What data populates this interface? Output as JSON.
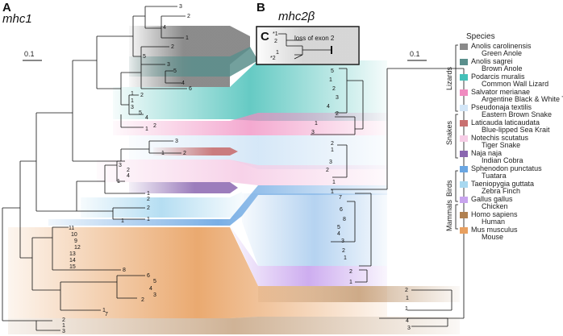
{
  "panels": {
    "a": "A",
    "b": "B",
    "c": "C"
  },
  "titles": {
    "mhc1": "mhc1",
    "mhc2b": "mhc2β"
  },
  "scale": {
    "left": "0.1",
    "right": "0.1"
  },
  "inset": {
    "label": "loss of exon 2",
    "leaves": [
      "*1",
      "2",
      "1",
      "*2"
    ]
  },
  "legend": {
    "title": "Species",
    "groups": [
      "Lizards",
      "Snakes",
      "Birds",
      "Mammals"
    ],
    "entries": [
      {
        "sci": "Anolis carolinensis",
        "common": "Green Anole",
        "color": "#8a8a8a"
      },
      {
        "sci": "Anolis sagrei",
        "common": "Brown Anole",
        "color": "#5a8f8c"
      },
      {
        "sci": "Podarcis muralis",
        "common": "Common Wall Lizard",
        "color": "#44c0b8"
      },
      {
        "sci": "Salvator merianae",
        "common": "Argentine Black & White Tegu",
        "color": "#f08cc0"
      },
      {
        "sci": "Pseudonaja textilis",
        "common": "Eastern Brown Snake",
        "color": "#d3e6f7"
      },
      {
        "sci": "Laticauda laticaudata",
        "common": "Blue-lipped Sea Krait",
        "color": "#c87070"
      },
      {
        "sci": "Notechis scutatus",
        "common": "Tiger Snake",
        "color": "#f6cde6"
      },
      {
        "sci": "Naja naja",
        "common": "Indian Cobra",
        "color": "#8a66b0"
      },
      {
        "sci": "Sphenodon punctatus",
        "common": "Tuatara",
        "color": "#6aa6e2"
      },
      {
        "sci": "Taeniopygia guttata",
        "common": "Zebra Finch",
        "color": "#a8d8f0"
      },
      {
        "sci": "Gallus gallus",
        "common": "Chicken",
        "color": "#c8a4ee"
      },
      {
        "sci": "Homo sapiens",
        "common": "Human",
        "color": "#b08050"
      },
      {
        "sci": "Mus musculus",
        "common": "Mouse",
        "color": "#e8a060"
      }
    ]
  },
  "tips_left": [
    "3",
    "2",
    "4",
    "1",
    "2",
    "3",
    "5",
    "5",
    "4",
    "1",
    "6",
    "2",
    "1",
    "3",
    "5",
    "4",
    "2",
    "1",
    "3",
    "2",
    "1",
    "3",
    "2",
    "4",
    "1",
    "1",
    "2",
    "2",
    "1",
    "1",
    "11",
    "10",
    "9",
    "12",
    "13",
    "14",
    "15",
    "8",
    "6",
    "5",
    "4",
    "3",
    "2",
    "1",
    "7",
    "2",
    "1",
    "3"
  ],
  "tips_right": [
    "5",
    "1",
    "2",
    "3",
    "4",
    "2",
    "1",
    "3",
    "2",
    "1",
    "3",
    "2",
    "1",
    "1",
    "7",
    "6",
    "8",
    "5",
    "4",
    "3",
    "2",
    "1",
    "2",
    "1",
    "2",
    "1",
    "1",
    "4",
    "3"
  ]
}
